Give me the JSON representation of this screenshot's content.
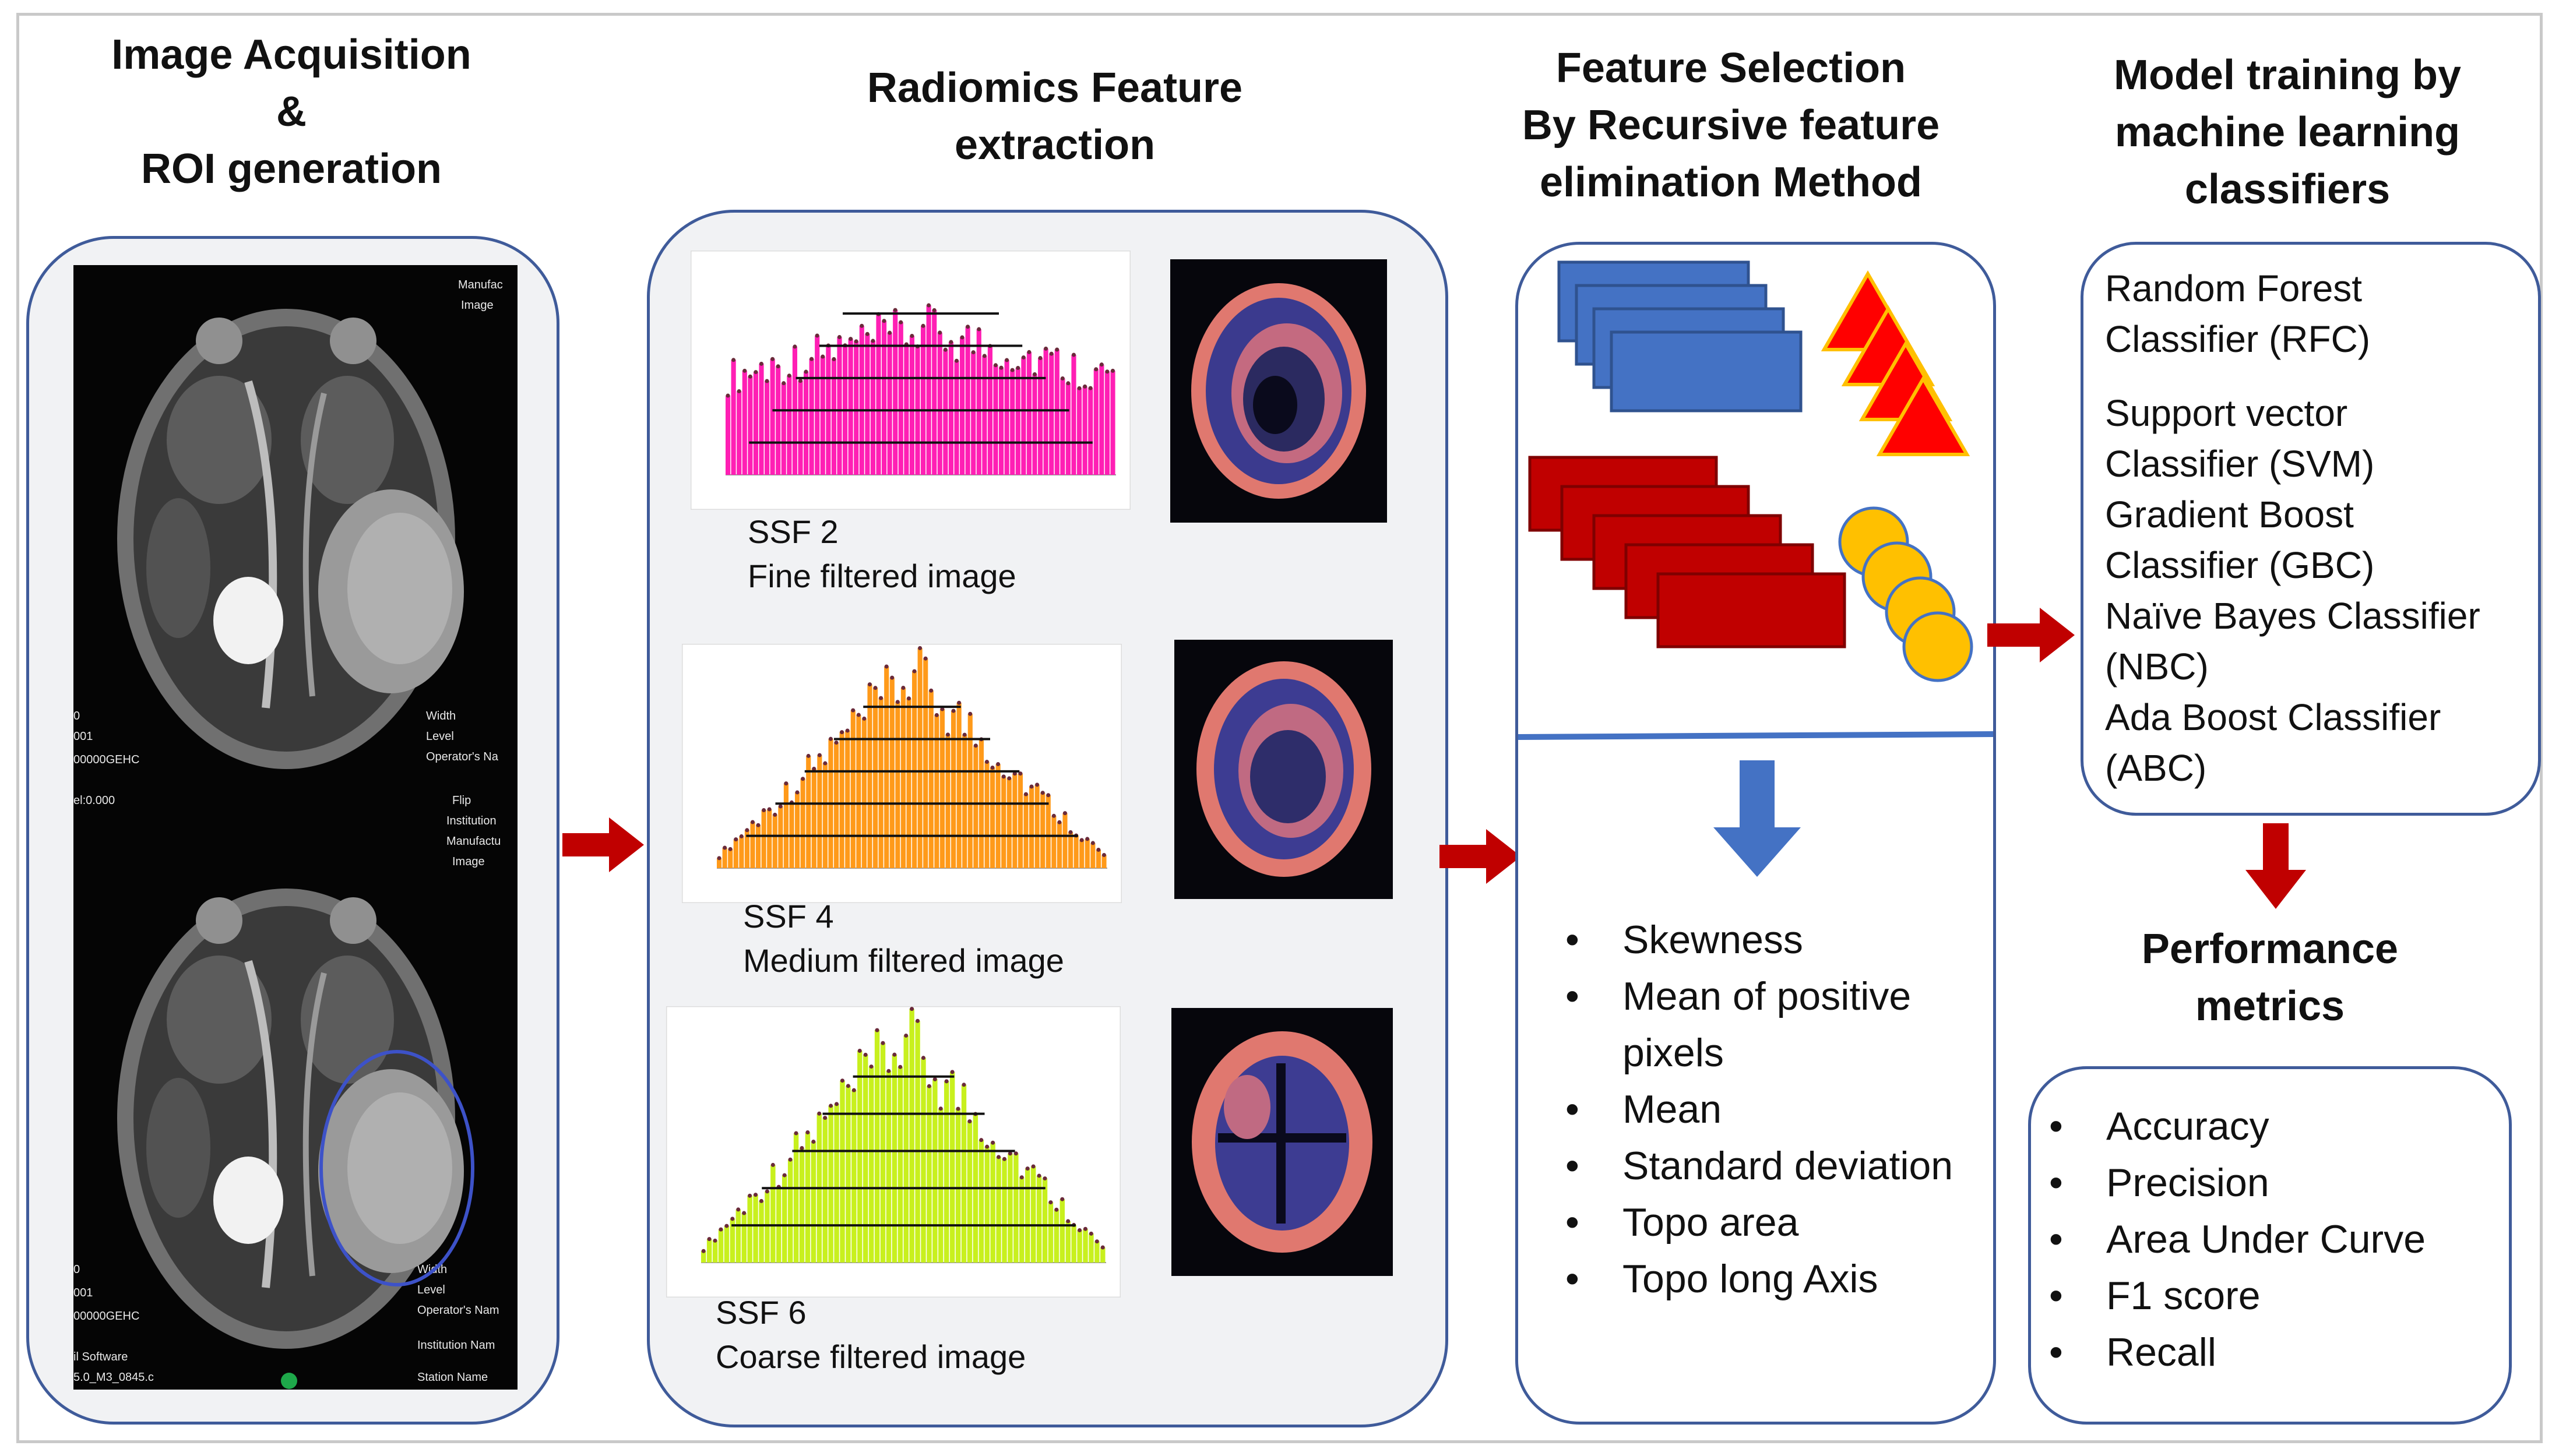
{
  "stage1": {
    "title_line1": "Image Acquisition",
    "title_line2": "&",
    "title_line3": "ROI generation",
    "scan_overlay": [
      "Manufac",
      "Image",
      "Width",
      "Level",
      "Operator's Na",
      "Flip",
      "Institution",
      "Manufactu",
      "Image",
      "0",
      "001",
      "00000GEHC",
      "el:0.000",
      "Width",
      "Level",
      "Operator's Nam",
      "Institution Nam",
      "Station Name",
      "0",
      "001",
      "00000GEHC",
      "il Software",
      "5.0_M3_0845.c"
    ]
  },
  "stage2": {
    "title_line1": "Radiomics Feature",
    "title_line2": "extraction",
    "hist1": {
      "name": "SSF 2",
      "desc": "Fine filtered image",
      "color": "#ff1fb4"
    },
    "hist2": {
      "name": "SSF 4",
      "desc": "Medium filtered image",
      "color": "#ff9a1a"
    },
    "hist3": {
      "name": "SSF 6",
      "desc": "Coarse filtered image",
      "color": "#c8f01e"
    }
  },
  "stage3": {
    "title_line1": "Feature Selection",
    "title_line2": "By Recursive feature",
    "title_line3": "elimination Method",
    "features": [
      "Skewness",
      "Mean of positive pixels",
      " Mean",
      "Standard deviation",
      " Topo area",
      "Topo long Axis"
    ]
  },
  "stage4": {
    "title_line1": "Model training by",
    "title_line2": "machine learning",
    "title_line3": "classifiers",
    "classifiers": [
      "Random Forest",
      "Classifier (RFC)",
      "Support vector",
      "Classifier (SVM)",
      "Gradient Boost",
      "Classifier (GBC)",
      "Naïve Bayes Classifier",
      "(NBC)",
      "Ada Boost Classifier",
      "(ABC)"
    ]
  },
  "stage5": {
    "title_line1": "Performance",
    "title_line2": "metrics",
    "metrics": [
      "Accuracy",
      "Precision",
      "Area Under Curve",
      "F1 score",
      "Recall"
    ]
  },
  "colors": {
    "panel_border": "#3f5b9a",
    "arrow_red": "#c00000",
    "arrow_blue": "#4472c4",
    "rect_blue": "#4472c4",
    "rect_red": "#c00000",
    "triangle": "#ff0000",
    "circle": "#ffc000"
  }
}
